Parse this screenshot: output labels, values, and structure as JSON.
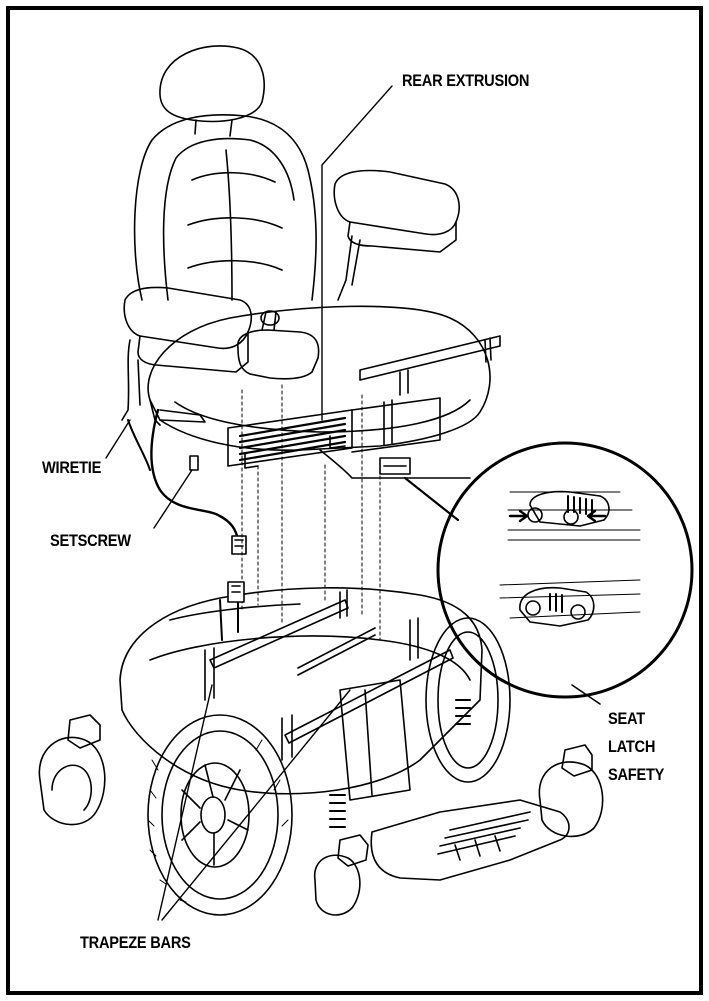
{
  "labels": {
    "rear_extrusion": "REAR EXTRUSION",
    "wiretie": "WIRETIE",
    "setscrew": "SETSCREW",
    "seat_latch_line1": "SEAT",
    "seat_latch_line2": "LATCH",
    "seat_latch_line3": "SAFETY",
    "trapeze_bars": "TRAPEZE BARS"
  },
  "colors": {
    "ink": "#000000",
    "paper": "#ffffff"
  }
}
